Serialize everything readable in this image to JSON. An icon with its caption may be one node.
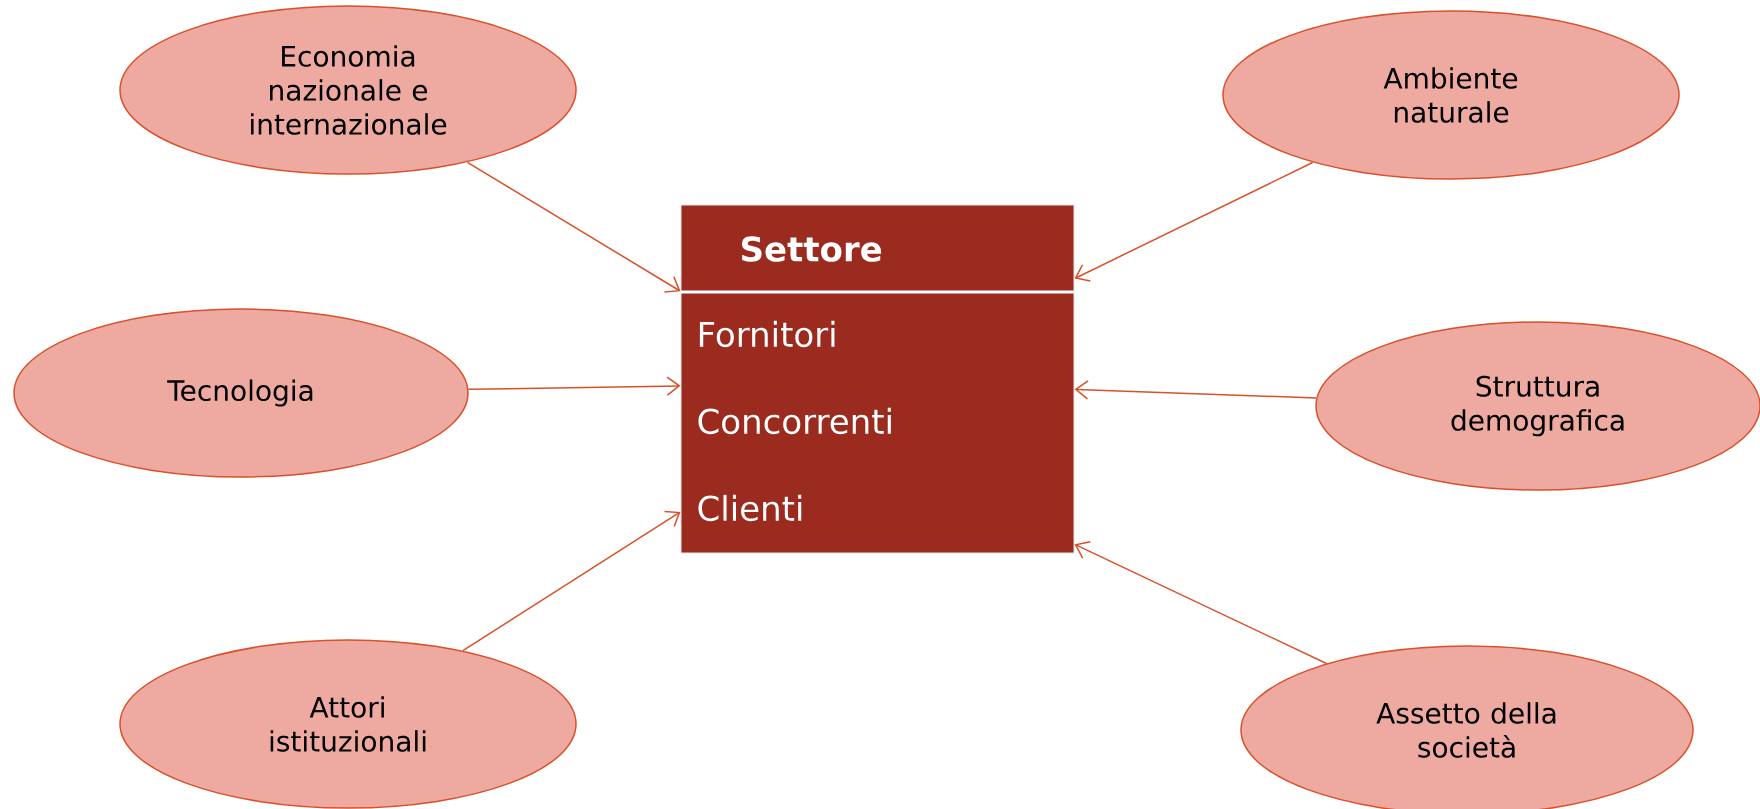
{
  "diagram": {
    "nodes": [
      {
        "text": [
          "Economia nazionale e internazionale"
        ]
      },
      {
        "text": [
          "Ambiente naturale"
        ]
      },
      {
        "text": [
          "Settore",
          "Fornitori",
          "Concorrenti",
          "Clienti"
        ]
      },
      {
        "text": [
          "Tecnologia"
        ]
      },
      {
        "text": [
          "Struttura demografica"
        ]
      },
      {
        "text": [
          "Attori istituzionali"
        ]
      },
      {
        "text": [
          "Assetto della società"
        ]
      }
    ],
    "edges": [
      {
        "from": 0,
        "to": 2,
        "arrow": "to"
      },
      {
        "from": 1,
        "to": 2,
        "arrow": "to"
      },
      {
        "from": 3,
        "to": 2,
        "arrow": "to"
      },
      {
        "from": 4,
        "to": 2,
        "arrow": "to"
      },
      {
        "from": 5,
        "to": 2,
        "arrow": "to"
      },
      {
        "from": 6,
        "to": 2,
        "arrow": "to"
      }
    ]
  }
}
